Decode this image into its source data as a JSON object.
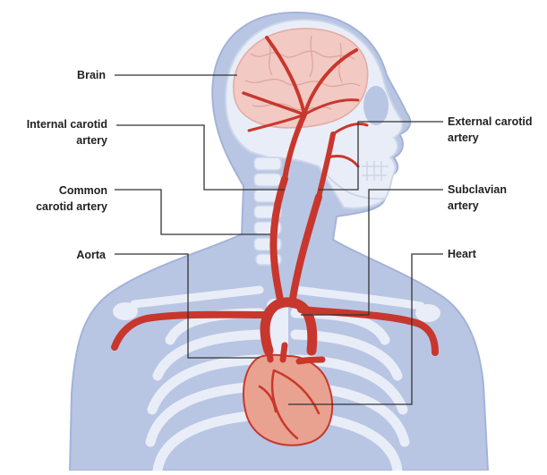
{
  "labels": {
    "brain": [
      "Brain"
    ],
    "internal_carotid": [
      "Internal carotid",
      "artery"
    ],
    "common_carotid": [
      "Common",
      "carotid artery"
    ],
    "aorta": [
      "Aorta"
    ],
    "external_carotid": [
      "External carotid",
      "artery"
    ],
    "subclavian": [
      "Subclavian",
      "artery"
    ],
    "heart": [
      "Heart"
    ]
  },
  "colors": {
    "body": "#b8c6e4",
    "body_outline": "#a3b3d8",
    "bone": "#e9edf7",
    "bone_shadow": "#cdd6ea",
    "artery": "#c8372d",
    "artery_dark": "#9e2a22",
    "brain": "#f2c9c3",
    "heart": "#e8a28f",
    "leader_line": "#333333"
  }
}
